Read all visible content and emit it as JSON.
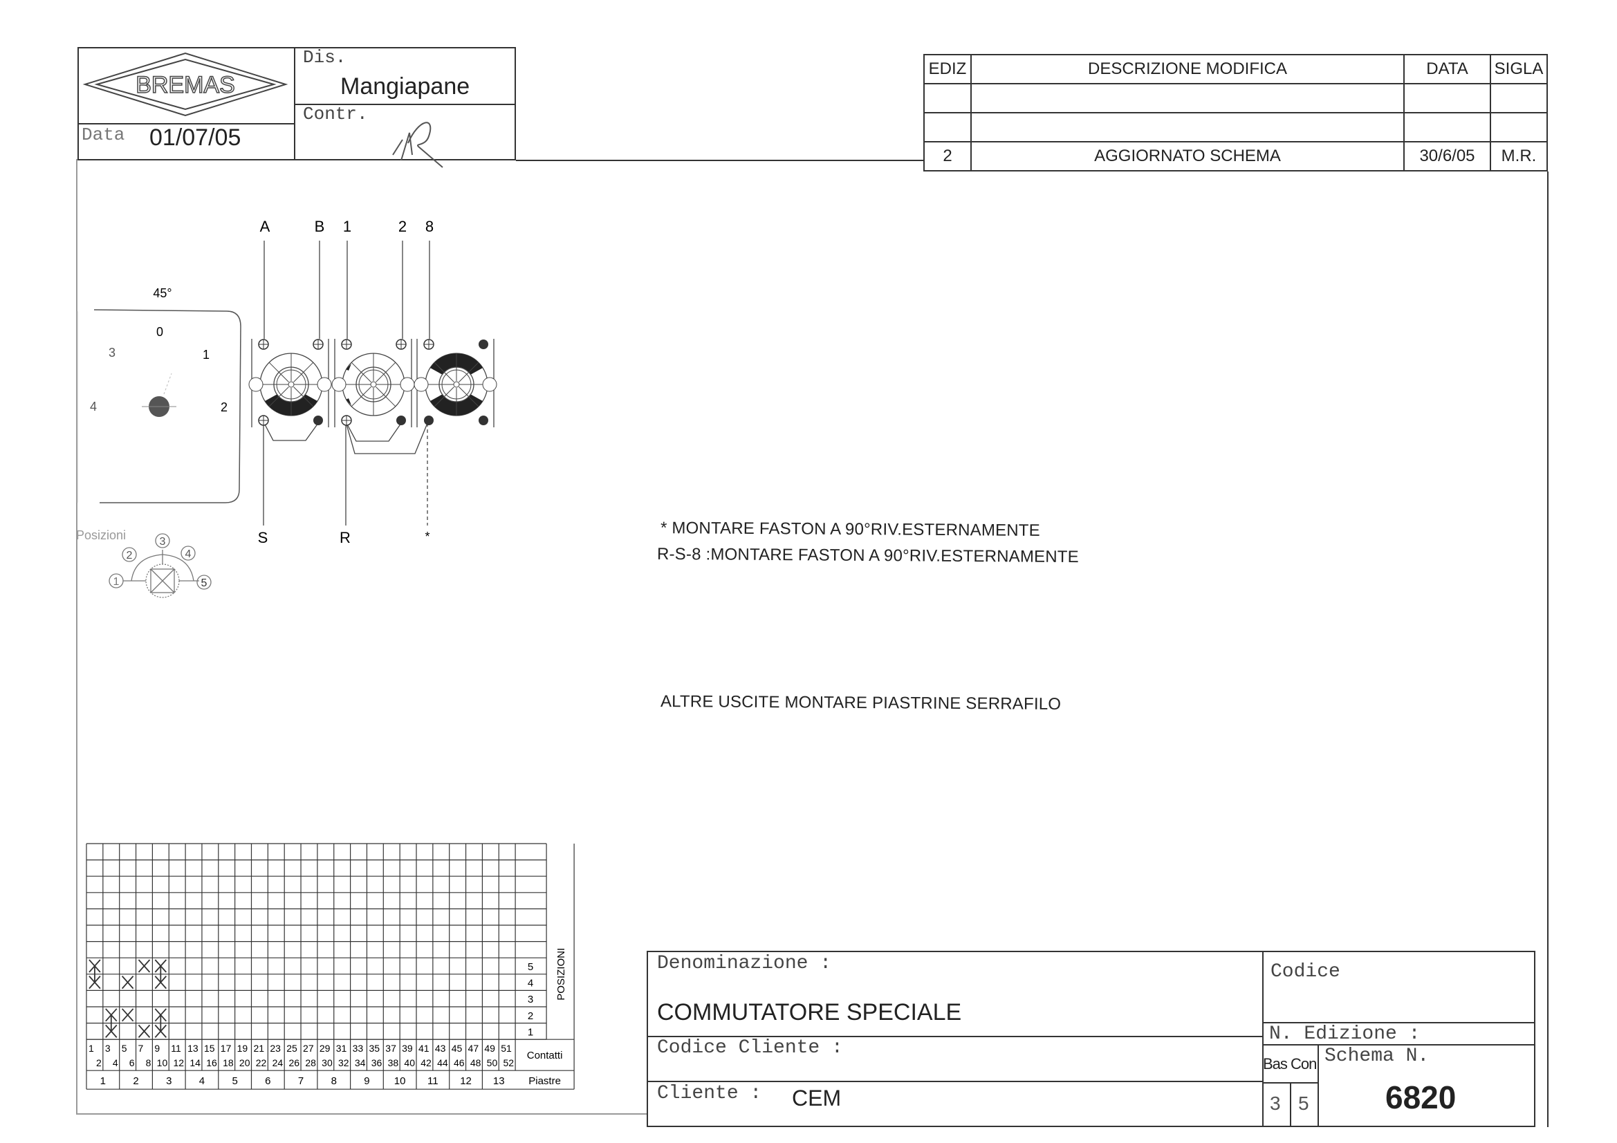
{
  "header": {
    "logo_text": "BREMAS",
    "data_label": "Data",
    "data_value": "01/07/05",
    "dis_label": "Dis.",
    "dis_value": "Mangiapane",
    "contr_label": "Contr.",
    "contr_signature": "MR"
  },
  "revisions": {
    "columns": [
      "EDIZ",
      "DESCRIZIONE MODIFICA",
      "DATA",
      "SIGLA"
    ],
    "rows": [
      [
        "",
        "",
        "",
        ""
      ],
      [
        "",
        "",
        "",
        ""
      ],
      [
        "2",
        "AGGIORNATO SCHEMA",
        "30/6/05",
        "M.R."
      ]
    ]
  },
  "diagram": {
    "angle": "45°",
    "dial_positions": [
      "0",
      "1",
      "2",
      "3",
      "4"
    ],
    "top_terminals": [
      "A",
      "B",
      "1",
      "2",
      "8"
    ],
    "bottom_terminals": [
      "S",
      "R",
      "*"
    ],
    "posizioni_label": "Posizioni",
    "position_numbers": [
      "1",
      "2",
      "3",
      "4",
      "5"
    ]
  },
  "notes": [
    "* MONTARE FASTON A 90°RIV.ESTERNAMENTE",
    "R-S-8 :MONTARE FASTON A 90°RIV.ESTERNAMENTE",
    "ALTRE USCITE MONTARE PIASTRINE SERRAFILO"
  ],
  "contact_grid": {
    "posizioni_label": "POSIZIONI",
    "contatti_label": "Contatti",
    "piastre_label": "Piastre",
    "positions": [
      "5",
      "4",
      "3",
      "2",
      "1"
    ],
    "columns": 26,
    "piastre": 13,
    "marks": [
      {
        "col": 1,
        "pos": 5
      },
      {
        "col": 1,
        "pos": 4
      },
      {
        "col": 2,
        "pos": 2
      },
      {
        "col": 2,
        "pos": 1
      },
      {
        "col": 3,
        "pos": 4
      },
      {
        "col": 3,
        "pos": 2
      },
      {
        "col": 4,
        "pos": 5
      },
      {
        "col": 4,
        "pos": 1
      },
      {
        "col": 5,
        "pos": 5
      },
      {
        "col": 5,
        "pos": 4
      },
      {
        "col": 5,
        "pos": 2
      },
      {
        "col": 5,
        "pos": 1
      }
    ],
    "links": [
      {
        "col": 1,
        "from": 5,
        "to": 4
      },
      {
        "col": 2,
        "from": 2,
        "to": 1
      },
      {
        "col": 5,
        "from": 5,
        "to": 4
      },
      {
        "col": 5,
        "from": 2,
        "to": 1
      }
    ]
  },
  "title_block": {
    "denominazione_label": "Denominazione :",
    "denominazione_value": "COMMUTATORE SPECIALE",
    "codice_cliente_label": "Codice Cliente :",
    "cliente_label": "Cliente :",
    "cliente_value": "CEM",
    "codice_label": "Codice",
    "edizione_label": "N. Edizione :",
    "bas_label": "Bas",
    "con_label": "Con",
    "bas_value": "3",
    "con_value": "5",
    "schema_label": "Schema N.",
    "schema_value": "6820"
  }
}
